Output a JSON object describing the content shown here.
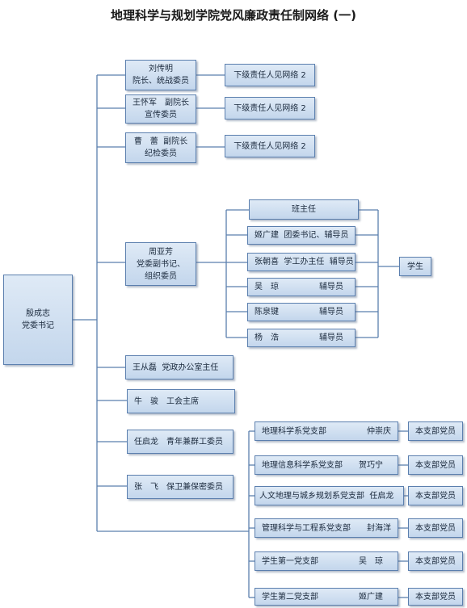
{
  "title": "地理科学与规划学院党风廉政责任制网络 (一)",
  "root": {
    "line1": "殷成志",
    "line2": "党委书记"
  },
  "leaders": [
    {
      "line1": "刘传明",
      "line2": "院长、统战委员",
      "sub": "下级责任人见网络 2"
    },
    {
      "line1": "王怀军　副院长",
      "line2": "宣传委员",
      "sub": "下级责任人见网络 2"
    },
    {
      "line1": "曹　蕾  副院长",
      "line2": "纪检委员",
      "sub": "下级责任人见网络 2"
    }
  ],
  "deputy": {
    "line1": "周亚芳",
    "line2": "党委副书记、",
    "line3": "组织委员"
  },
  "deputy_children": [
    "班主任",
    "姬广建  团委书记、辅导员",
    "张朝喜  学工办主任  辅导员",
    "吴　琼　　　　　辅导员",
    "陈泉键　　　　　辅导员",
    "杨　浩　　　　　辅导员"
  ],
  "students": "学生",
  "others": [
    "王从磊  党政办公室主任",
    "牛　骏　工会主席",
    "任启龙　青年兼群工委员",
    "张　飞　保卫兼保密委员"
  ],
  "branches": [
    {
      "name": "地理科学系党支部　　　　　仲崇庆",
      "members": "本支部党员"
    },
    {
      "name": "地理信息科学系党支部　　贺巧宁",
      "members": "本支部党员"
    },
    {
      "name": "人文地理与城乡规划系党支部  任启龙",
      "members": "本支部党员"
    },
    {
      "name": "管理科学与工程系党支部　　封海洋",
      "members": "本支部党员"
    },
    {
      "name": "学生第一党支部　　　　　吴　琼",
      "members": "本支部党员"
    },
    {
      "name": "学生第二党支部　　　　　姬广建",
      "members": "本支部党员"
    }
  ]
}
